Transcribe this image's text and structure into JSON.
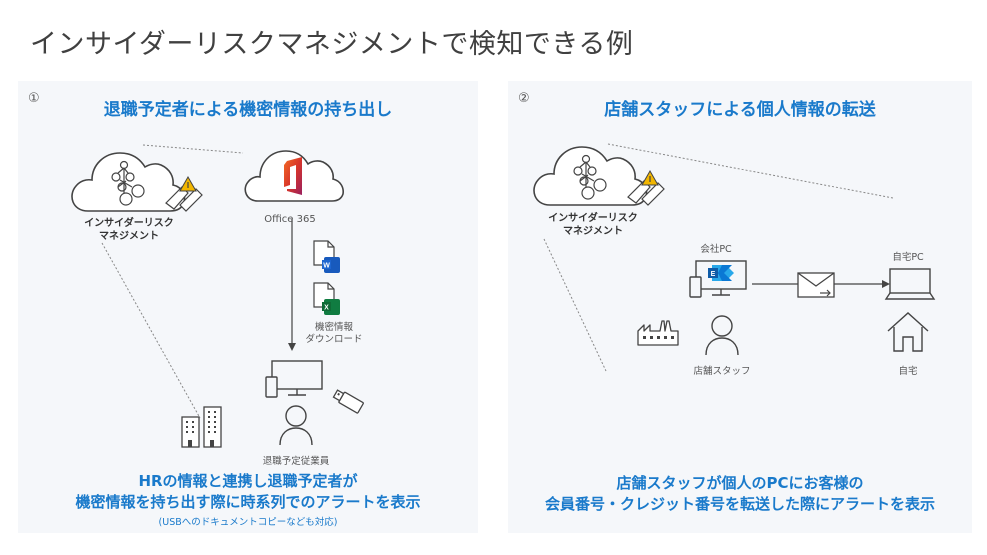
{
  "page": {
    "title": "インサイダーリスクマネジメントで検知できる例"
  },
  "panels": [
    {
      "number": "①",
      "title": "退職予定者による機密情報の持ち出し",
      "nodes": {
        "irm_label_line1": "インサイダーリスク",
        "irm_label_line2": "マネジメント",
        "office_label": "Office 365",
        "download_label_line1": "機密情報",
        "download_label_line2": "ダウンロード",
        "employee_label": "退職予定従業員"
      },
      "icons": [
        "cloud-network-icon",
        "warning-icon",
        "office-365-icon",
        "word-document-icon",
        "excel-document-icon",
        "computer-icon",
        "usb-drive-icon",
        "person-icon",
        "building-icon"
      ],
      "description_line1": "HRの情報と連携し退職予定者が",
      "description_line2": "機密情報を持ち出す際に時系列でのアラートを表示",
      "description_note": "(USBへのドキュメントコピーなども対応)"
    },
    {
      "number": "②",
      "title": "店舗スタッフによる個人情報の転送",
      "nodes": {
        "irm_label_line1": "インサイダーリスク",
        "irm_label_line2": "マネジメント",
        "company_pc_label": "会社PC",
        "home_pc_label": "自宅PC",
        "staff_label": "店舗スタッフ",
        "home_label": "自宅"
      },
      "icons": [
        "cloud-network-icon",
        "warning-icon",
        "exchange-computer-icon",
        "mail-forward-icon",
        "laptop-icon",
        "person-icon",
        "factory-icon",
        "house-icon"
      ],
      "description_line1": "店舗スタッフが個人のPCにお客様の",
      "description_line2": "会員番号・クレジット番号を転送した際にアラートを表示"
    }
  ],
  "colors": {
    "accent_blue": "#1a7acb",
    "panel_bg": "#f5f7fa",
    "warning_yellow": "#f2b600",
    "word_blue": "#185abd",
    "excel_green": "#107c41",
    "office_orange": "#e8590c",
    "exchange_blue": "#0a78d4"
  }
}
